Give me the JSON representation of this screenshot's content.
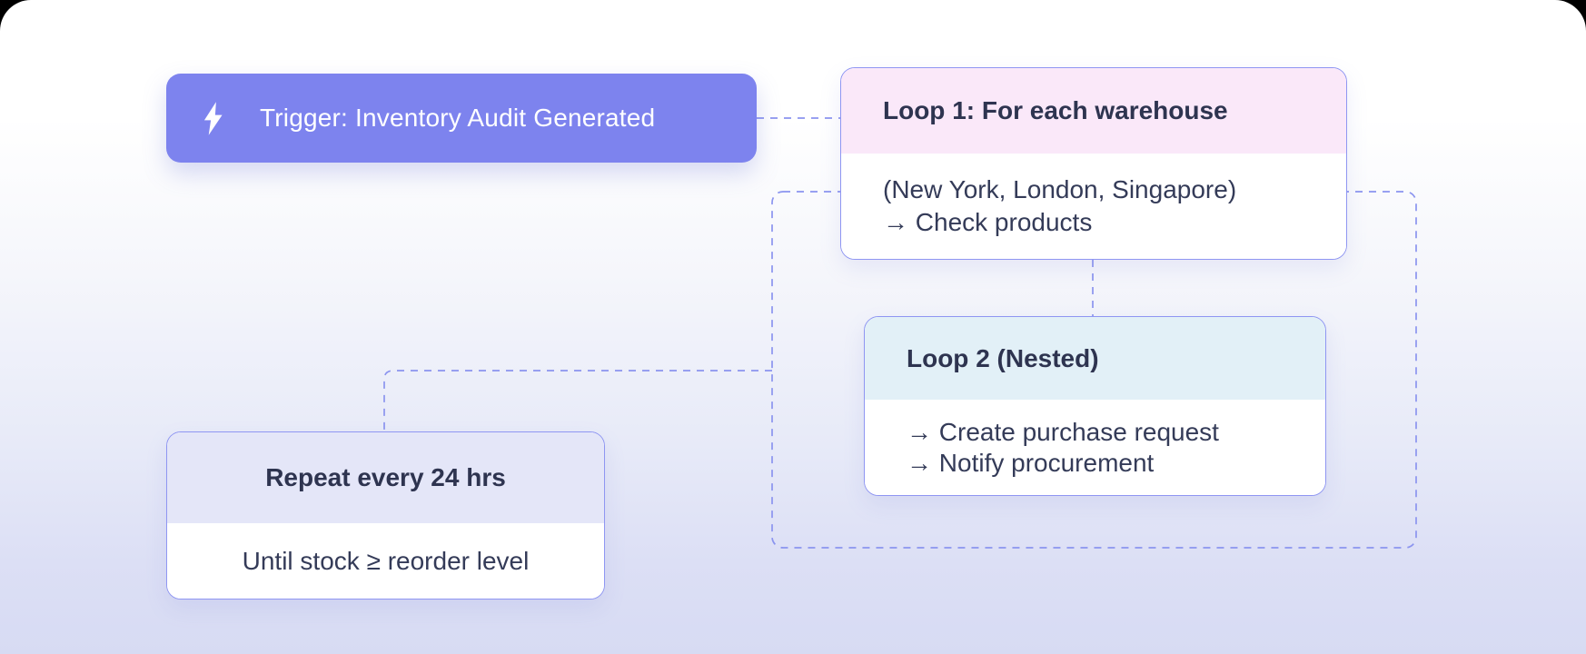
{
  "canvas": {
    "bg_top_color": "#ffffff",
    "bg_bottom_color": "#d7dbf3",
    "outer_color": "#000000",
    "connector_color": "#8b94ef",
    "connector_style": "dashed"
  },
  "nodes": {
    "trigger": {
      "icon": "lightning-bolt-icon",
      "label": "Trigger: Inventory Audit Generated",
      "bg": "#7d83ee",
      "text_color": "#ffffff"
    },
    "loop1": {
      "header": "Loop 1: For each warehouse",
      "header_bg": "#fae8f9",
      "body_lines": [
        "(New York, London, Singapore)",
        "→ Check products"
      ],
      "border_color": "#8f96f2",
      "text_color": "#343b58"
    },
    "loop2": {
      "header": "Loop 2 (Nested)",
      "header_bg": "#e2f0f7",
      "body_lines": [
        "→ Create purchase request",
        "→ Notify procurement"
      ],
      "border_color": "#8f96f2",
      "text_color": "#343b58"
    },
    "repeat": {
      "header": "Repeat every 24 hrs",
      "header_bg": "#e4e6f8",
      "body_lines": [
        "Until stock ≥ reorder level"
      ],
      "border_color": "#8f96f2",
      "text_color": "#343b58"
    }
  }
}
